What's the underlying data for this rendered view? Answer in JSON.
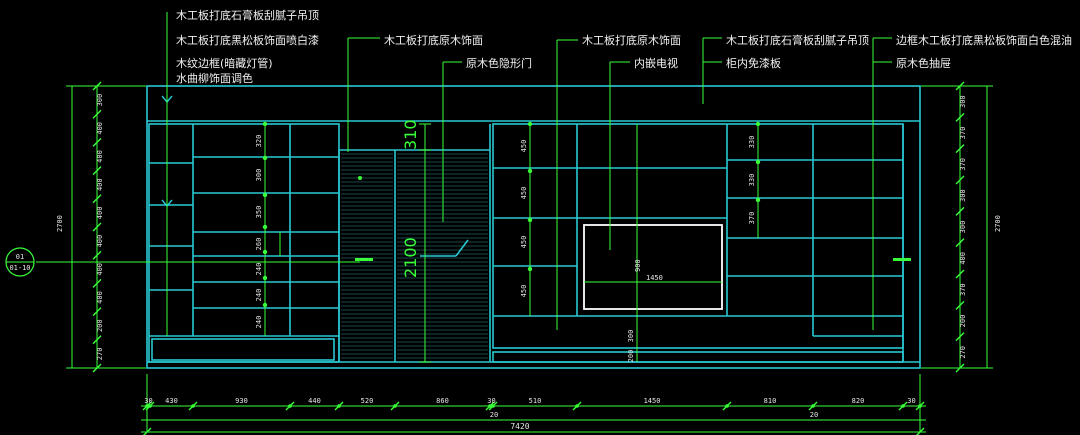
{
  "colors": {
    "background": "#000000",
    "cabinet": "#29c9d3",
    "leader": "#39ff39",
    "text": "#f2f2f2",
    "dimension": "#39ff39",
    "accent_red": "#ff3b3b"
  },
  "annotations_left": [
    "木工板打底石膏板刮腻子吊顶",
    "木工板打底黑松板饰面喷白漆",
    "木纹边框(暗藏灯管)",
    "水曲柳饰面调色"
  ],
  "annotations_middle": [
    "木工板打底原木饰面",
    "原木色隐形门"
  ],
  "annotations_center": [
    "木工板打底原木饰面",
    "内嵌电视"
  ],
  "annotations_right": [
    "木工板打底石膏板刮腻子吊顶",
    "柜内免漆板",
    "边框木工板打底黑松板饰面白色混油",
    "原木色抽屉"
  ],
  "big_dims": {
    "door_top": "310",
    "door_height": "2100"
  },
  "tv_width": "1450",
  "tv_height": "900",
  "left_shelf_dims": [
    "320",
    "300",
    "350",
    "260",
    "240",
    "240",
    "240"
  ],
  "center_shelf_dims": [
    "450",
    "450",
    "450",
    "450"
  ],
  "center_base_dims": [
    "300",
    "200"
  ],
  "right_shelf_dims": [
    "330",
    "330",
    "370"
  ],
  "left_vertical_dims": [
    "300",
    "400",
    "400",
    "400",
    "400",
    "400",
    "400",
    "400",
    "200",
    "270"
  ],
  "right_vertical_dims": [
    "300",
    "370",
    "370",
    "300",
    "300",
    "400",
    "370",
    "200",
    "270"
  ],
  "side_total_label": "2700",
  "bottom_dims": [
    "30",
    "430",
    "930",
    "440",
    "520",
    "860",
    "30",
    "510",
    "1450",
    "810",
    "820",
    "30"
  ],
  "bottom_small": [
    "20",
    "20"
  ],
  "bottom_total": "7420",
  "section_marker": {
    "top": "01",
    "bottom": "01-10"
  }
}
